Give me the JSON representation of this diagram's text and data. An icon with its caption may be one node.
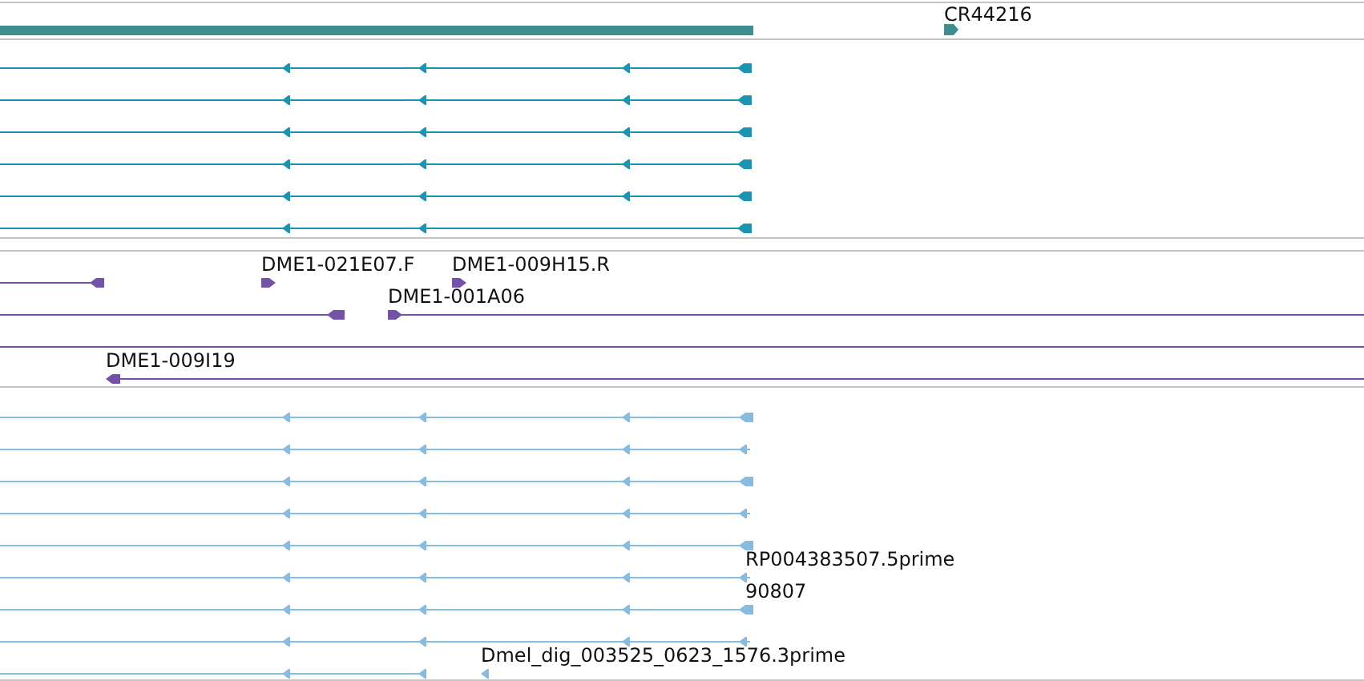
{
  "diagram": {
    "labels": [
      "CR44216",
      "DME1-021E07.F",
      "DME1-009H15.R",
      "DME1-001A06",
      "DME1-009I19",
      "RP004383507.5prime",
      "90807",
      "Dmel_dig_003525_0623_1576.3prime"
    ]
  }
}
